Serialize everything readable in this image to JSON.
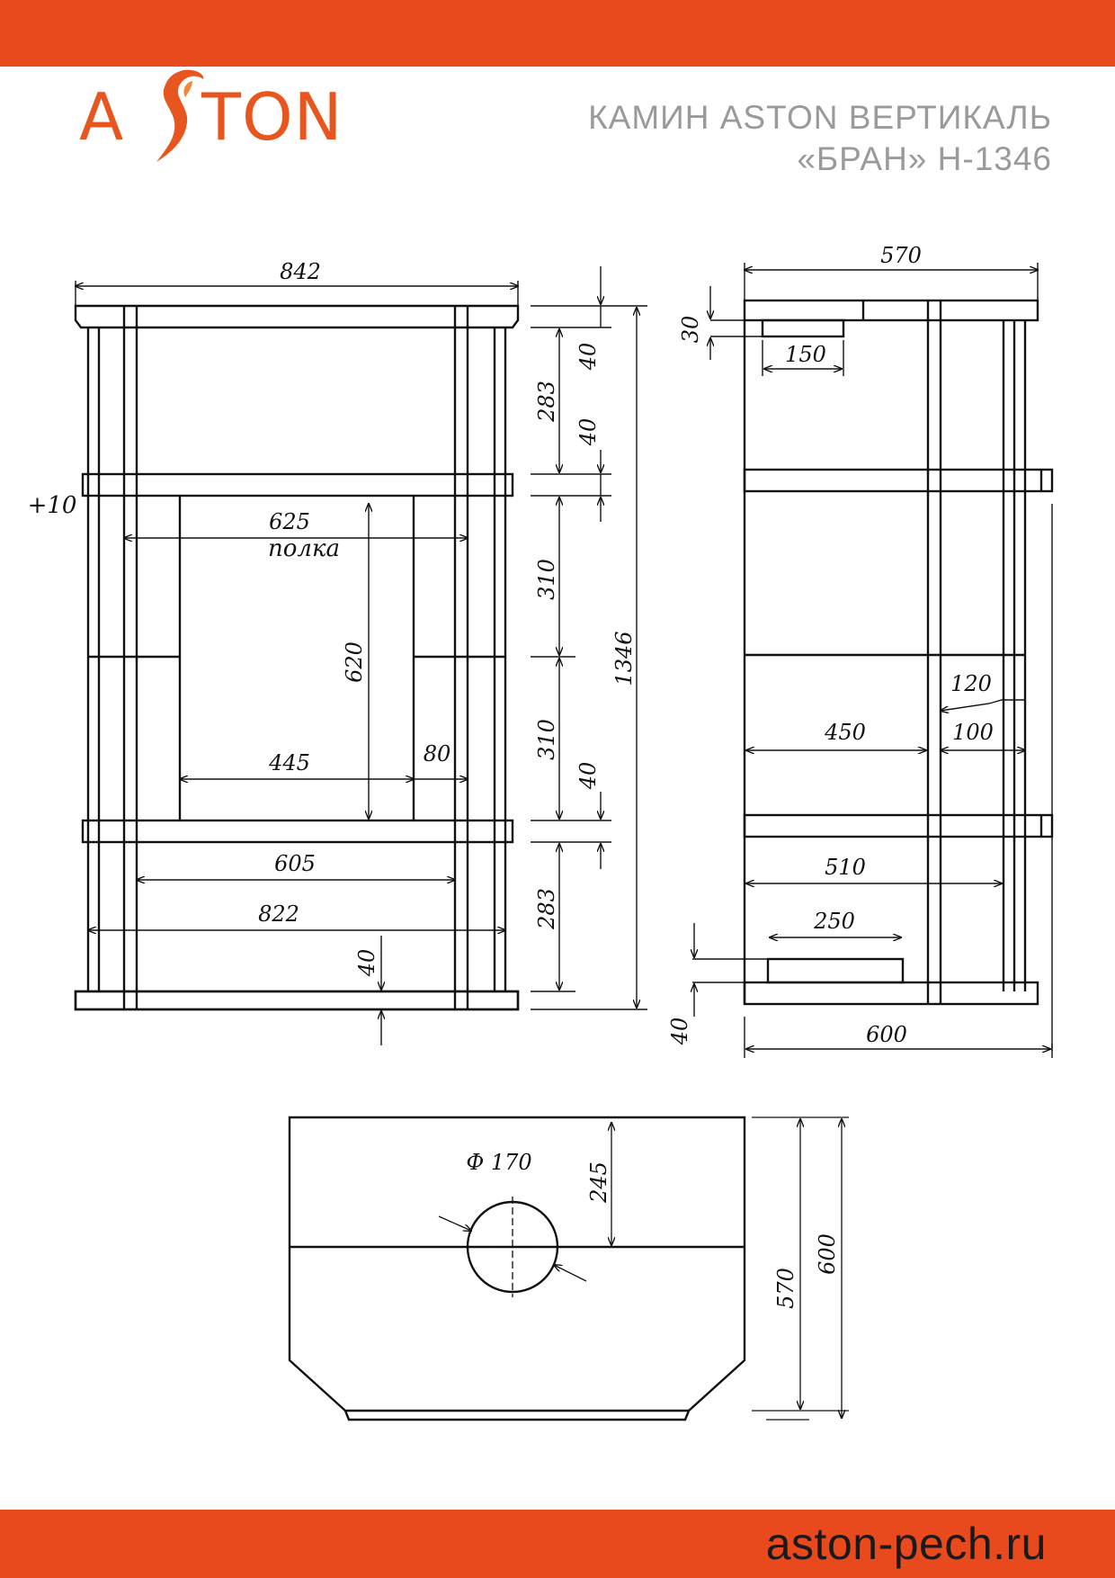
{
  "brand": {
    "logo_letters_left": "A",
    "logo_letters_right": "TON",
    "accent": "#e84a1d"
  },
  "header": {
    "title_line1": "КАМИН ASTON ВЕРТИКАЛЬ",
    "title_line2": "«БРАН» Н-1346"
  },
  "footer": {
    "site": "aston-pech.ru"
  },
  "front": {
    "width": "842",
    "shelf": "625",
    "shelf_label": "полка",
    "opening_height": "620",
    "opening_width": "445",
    "pillar": "80",
    "width_605": "605",
    "width_822": "822",
    "h_283_top": "283",
    "h_40_a": "40",
    "h_40_b": "40",
    "h_310_a": "310",
    "h_310_b": "310",
    "h_40_c": "40",
    "h_283_bottom": "283",
    "h_total": "1346",
    "base_40": "40",
    "offset": "+10"
  },
  "side": {
    "width_top": "570",
    "d_30": "30",
    "d_150": "150",
    "d_120": "120",
    "d_450": "450",
    "d_100": "100",
    "d_510": "510",
    "d_250": "250",
    "d_40": "40",
    "width_bottom": "600"
  },
  "plan": {
    "diameter": "Ф 170",
    "d_245": "245",
    "d_570": "570",
    "d_600": "600"
  }
}
